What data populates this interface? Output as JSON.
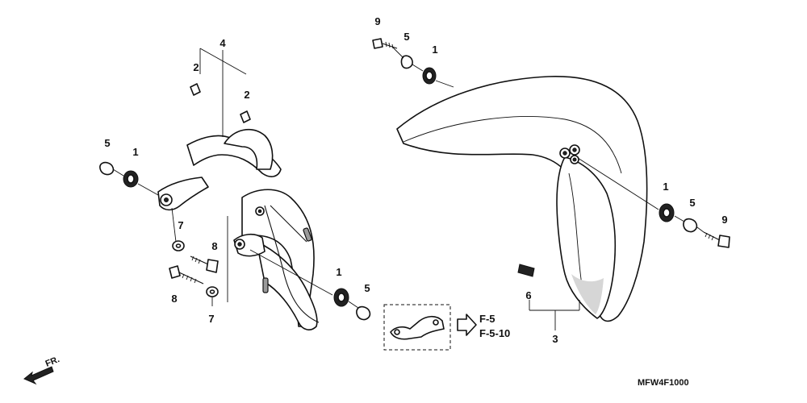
{
  "diagram": {
    "callouts": {
      "c9_top": "9",
      "c5_top": "5",
      "c1_top": "1",
      "c4": "4",
      "c2_left": "2",
      "c2_right": "2",
      "c5_left": "5",
      "c1_left": "1",
      "c7_upper": "7",
      "c8_upper": "8",
      "c8_lower": "8",
      "c7_lower": "7",
      "c1_mid": "1",
      "c5_mid": "5",
      "c1_right": "1",
      "c5_right": "5",
      "c9_right": "9",
      "c6": "6",
      "c3": "3"
    },
    "references": [
      "F-5",
      "F-5-10"
    ],
    "front_label": "FR.",
    "diagram_code": "MFW4F1000"
  }
}
